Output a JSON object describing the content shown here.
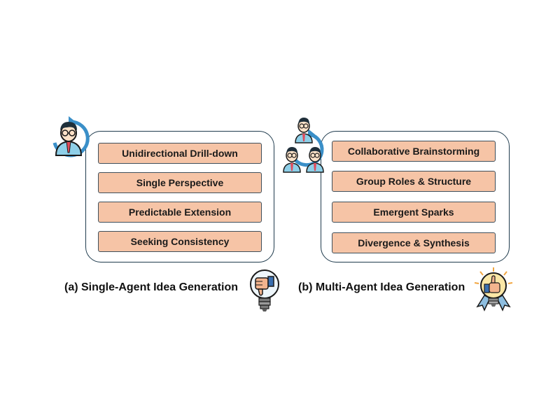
{
  "single_agent": {
    "items": [
      "Unidirectional Drill-down",
      "Single Perspective",
      "Predictable Extension",
      "Seeking Consistency"
    ],
    "caption": "(a) Single-Agent Idea Generation",
    "icons": [
      "single-agent-avatar-icon",
      "thumbs-down-lightbulb-icon"
    ]
  },
  "multi_agent": {
    "items": [
      "Collaborative Brainstorming",
      "Group Roles & Structure",
      "Emergent Sparks",
      "Divergence & Synthesis"
    ],
    "caption": "(b) Multi-Agent Idea Generation",
    "icons": [
      "multi-agent-avatars-icon",
      "thumbs-up-lightbulb-award-icon"
    ]
  },
  "colors": {
    "item_fill": "#f6c4a6",
    "panel_border": "#1f3b4d",
    "cycle_arrow": "#3a8fc8"
  }
}
